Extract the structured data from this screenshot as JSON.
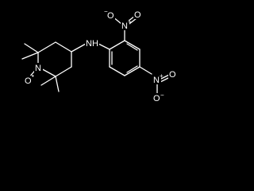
{
  "diagram": {
    "kind": "chemical-structure",
    "colors": {
      "background": "#000000",
      "foreground": "#ffffff"
    },
    "atoms": {
      "amine_n": "N",
      "amine_h": "H",
      "ring_n": "N",
      "oxyl_o": "O",
      "radical_dot": "•",
      "nitro_top_n": "N",
      "nitro_top_charge": "+",
      "nitro_top_o1": "O",
      "nitro_top_o2": "O",
      "nitro_top_o_charge": "−",
      "nitro_right_n": "N",
      "nitro_right_charge": "+",
      "nitro_right_o1": "O",
      "nitro_right_o2": "O",
      "nitro_right_o_charge": "−"
    }
  }
}
